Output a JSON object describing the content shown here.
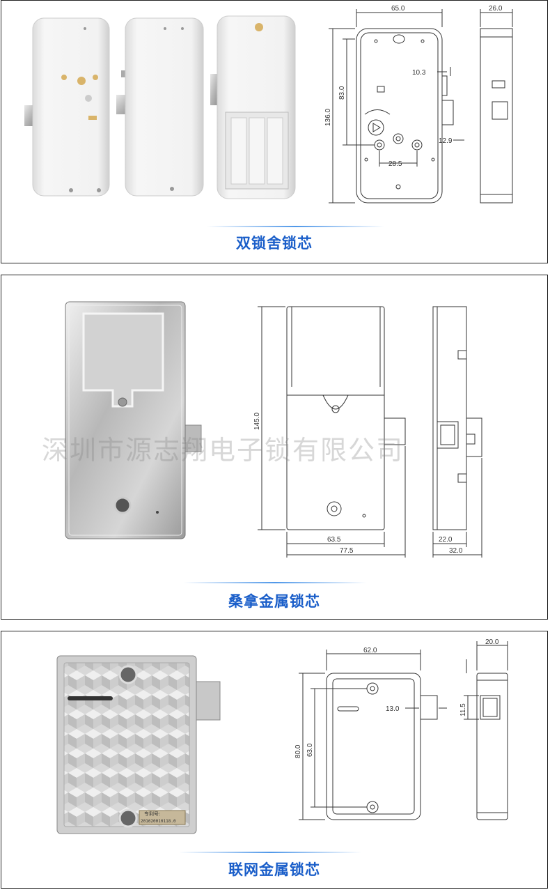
{
  "panels": [
    {
      "caption": "双锁舍锁芯",
      "dims": {
        "width": "65.0",
        "depth": "26.0",
        "height": "136.0",
        "upper": "83.0",
        "latch": "10.3",
        "offset": "12.9",
        "spacing": "28.5"
      }
    },
    {
      "caption": "桑拿金属锁芯",
      "dims": {
        "height": "145.0",
        "inner_width": "63.5",
        "outer_width": "77.5",
        "inner_depth": "22.0",
        "outer_depth": "32.0"
      }
    },
    {
      "caption": "联网金属锁芯",
      "dims": {
        "width": "62.0",
        "depth": "20.0",
        "height": "80.0",
        "spacing": "63.0",
        "latch": "13.0",
        "latch_height": "11.5"
      },
      "plate_text": [
        "专利号:",
        "201620010118.0"
      ]
    }
  ],
  "watermark": "深圳市源志翔电子锁有限公司",
  "colors": {
    "caption": "#1a5ec9",
    "frame": "#222222",
    "drawing": "#333333"
  }
}
